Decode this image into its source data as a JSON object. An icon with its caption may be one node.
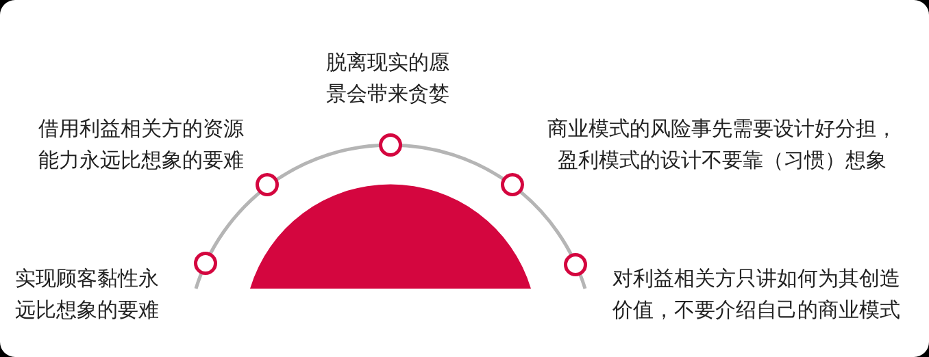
{
  "diagram": {
    "nodes": [
      {
        "text": [],
        "shape": "circle",
        "beside": [
          "实现顾客黏性永远比想象的要难"
        ]
      },
      {
        "text": [],
        "shape": "circle",
        "beside": [
          "借用利益相关方的资源能力永远比想象的要难"
        ]
      },
      {
        "text": [],
        "shape": "circle",
        "beside": [
          "脱离现实的愿景会带来贪婪"
        ]
      },
      {
        "text": [],
        "shape": "circle",
        "beside": [
          "商业模式的风险事先需要设计好分担，盈利模式的设计不要靠（习惯）想象"
        ]
      },
      {
        "text": [],
        "shape": "circle",
        "beside": [
          "对利益相关方只讲如何为其创造价值，不要介绍自己的商业模式"
        ]
      },
      {
        "text": [],
        "shape": "semicircle"
      }
    ]
  }
}
